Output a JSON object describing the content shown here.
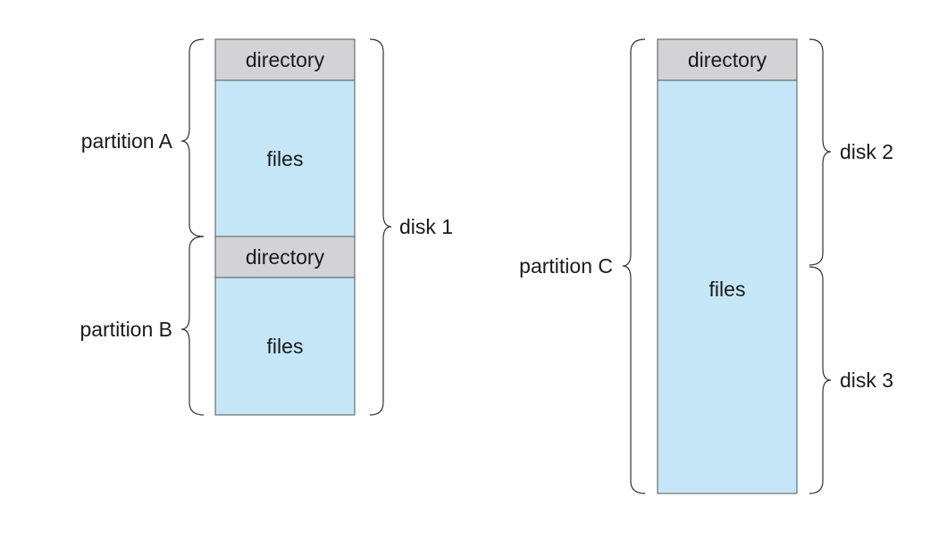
{
  "colors": {
    "directory": "#d3d3d5",
    "files": "#c5e6f7",
    "stroke": "#555555"
  },
  "left_group": {
    "partition_a": {
      "label": "partition A",
      "directory_label": "directory",
      "files_label": "files"
    },
    "partition_b": {
      "label": "partition B",
      "directory_label": "directory",
      "files_label": "files"
    },
    "disk_label": "disk 1"
  },
  "right_group": {
    "partition_c": {
      "label": "partition C",
      "directory_label": "directory",
      "files_label": "files"
    },
    "disk_2_label": "disk 2",
    "disk_3_label": "disk 3"
  }
}
